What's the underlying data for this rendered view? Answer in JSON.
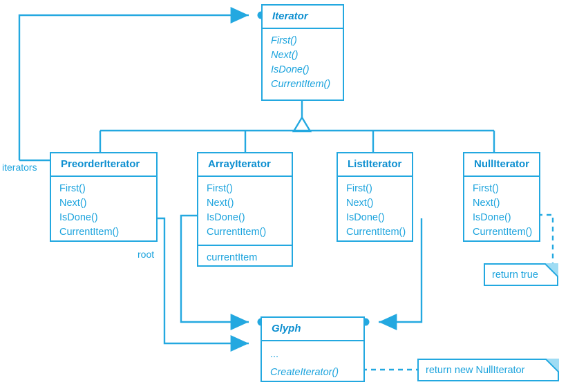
{
  "diagram": {
    "title": "Iterator class hierarchy",
    "accent_color": "#23a8e0",
    "text_color": "#1ba3dd",
    "title_color": "#0d8fd0",
    "background": "#ffffff"
  },
  "classes": {
    "iterator": {
      "name": "Iterator",
      "abstract": true,
      "operations": [
        "First()",
        "Next()",
        "IsDone()",
        "CurrentItem()"
      ]
    },
    "preorder": {
      "name": "PreorderIterator",
      "abstract": false,
      "operations": [
        "First()",
        "Next()",
        "IsDone()",
        "CurrentItem()"
      ]
    },
    "array": {
      "name": "ArrayIterator",
      "abstract": false,
      "operations": [
        "First()",
        "Next()",
        "IsDone()",
        "CurrentItem()"
      ],
      "attributes": [
        "currentItem"
      ]
    },
    "list": {
      "name": "ListIterator",
      "abstract": false,
      "operations": [
        "First()",
        "Next()",
        "IsDone()",
        "CurrentItem()"
      ]
    },
    "null": {
      "name": "NullIterator",
      "abstract": false,
      "operations": [
        "First()",
        "Next()",
        "IsDone()",
        "CurrentItem()"
      ]
    },
    "glyph": {
      "name": "Glyph",
      "abstract": true,
      "ellipsis": "...",
      "operations": [
        "CreateIterator()"
      ]
    }
  },
  "notes": {
    "return_true": "return true",
    "return_new_null_iterator": "return new NullIterator"
  },
  "edge_labels": {
    "iterators": "iterators",
    "root": "root"
  },
  "relations": [
    {
      "kind": "generalization",
      "from": "PreorderIterator",
      "to": "Iterator"
    },
    {
      "kind": "generalization",
      "from": "ArrayIterator",
      "to": "Iterator"
    },
    {
      "kind": "generalization",
      "from": "ListIterator",
      "to": "Iterator"
    },
    {
      "kind": "generalization",
      "from": "NullIterator",
      "to": "Iterator"
    },
    {
      "kind": "aggregation",
      "from": "Glyph",
      "to": "Iterator",
      "label": "iterators"
    },
    {
      "kind": "aggregation",
      "from": "PreorderIterator",
      "to": "Glyph",
      "label": "root"
    },
    {
      "kind": "aggregation",
      "from": "ArrayIterator",
      "to": "Glyph"
    },
    {
      "kind": "aggregation",
      "from": "ListIterator",
      "to": "Glyph"
    },
    {
      "kind": "note-link",
      "from": "NullIterator.IsDone()",
      "to": "return true"
    },
    {
      "kind": "note-link",
      "from": "Glyph.CreateIterator()",
      "to": "return new NullIterator"
    }
  ]
}
